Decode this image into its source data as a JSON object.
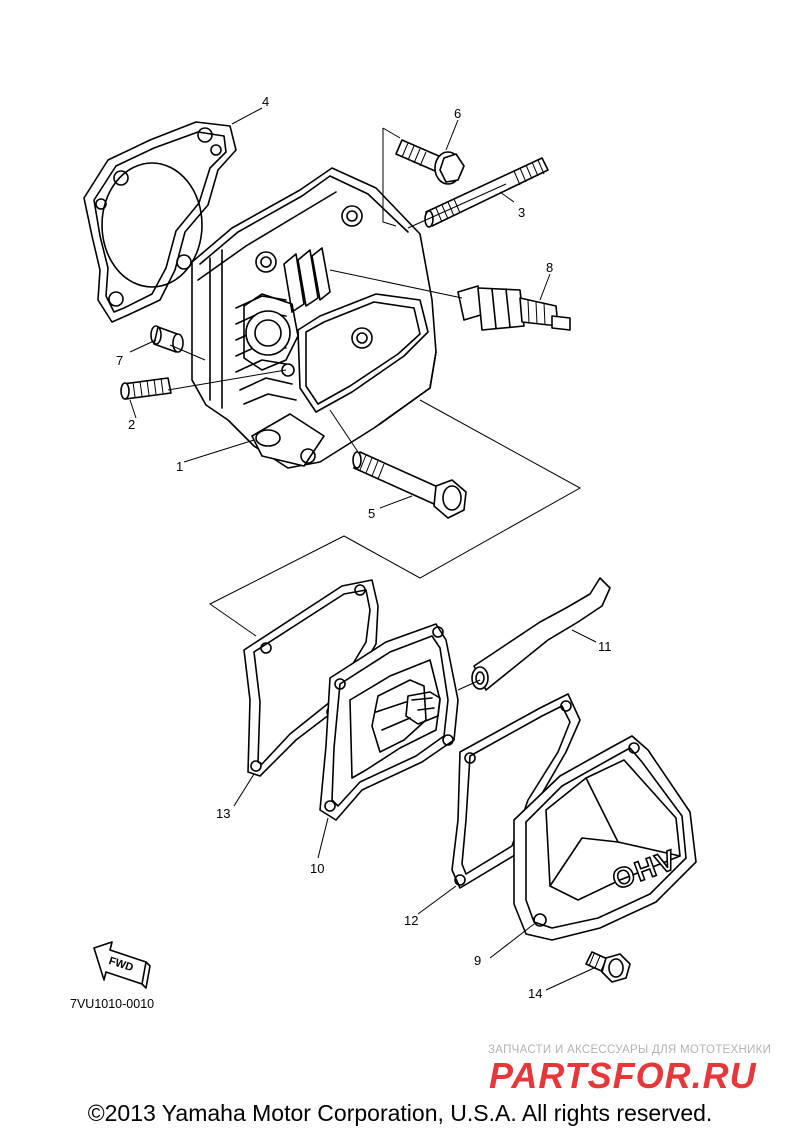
{
  "callouts": [
    "1",
    "2",
    "3",
    "4",
    "5",
    "6",
    "7",
    "8",
    "9",
    "10",
    "11",
    "12",
    "13",
    "14"
  ],
  "ohv_text": "OHV",
  "fwd_text": "FWD",
  "diagram_code": "7VU1010-0010",
  "watermark": {
    "tagline": "ЗАПЧАСТИ И АКСЕССУАРЫ ДЛЯ МОТОТЕХНИКИ",
    "logo_text": "PARTSFOR.RU",
    "logo_color": "#e6373a"
  },
  "copyright": "©2013 Yamaha Motor Corporation, U.S.A. All rights reserved."
}
